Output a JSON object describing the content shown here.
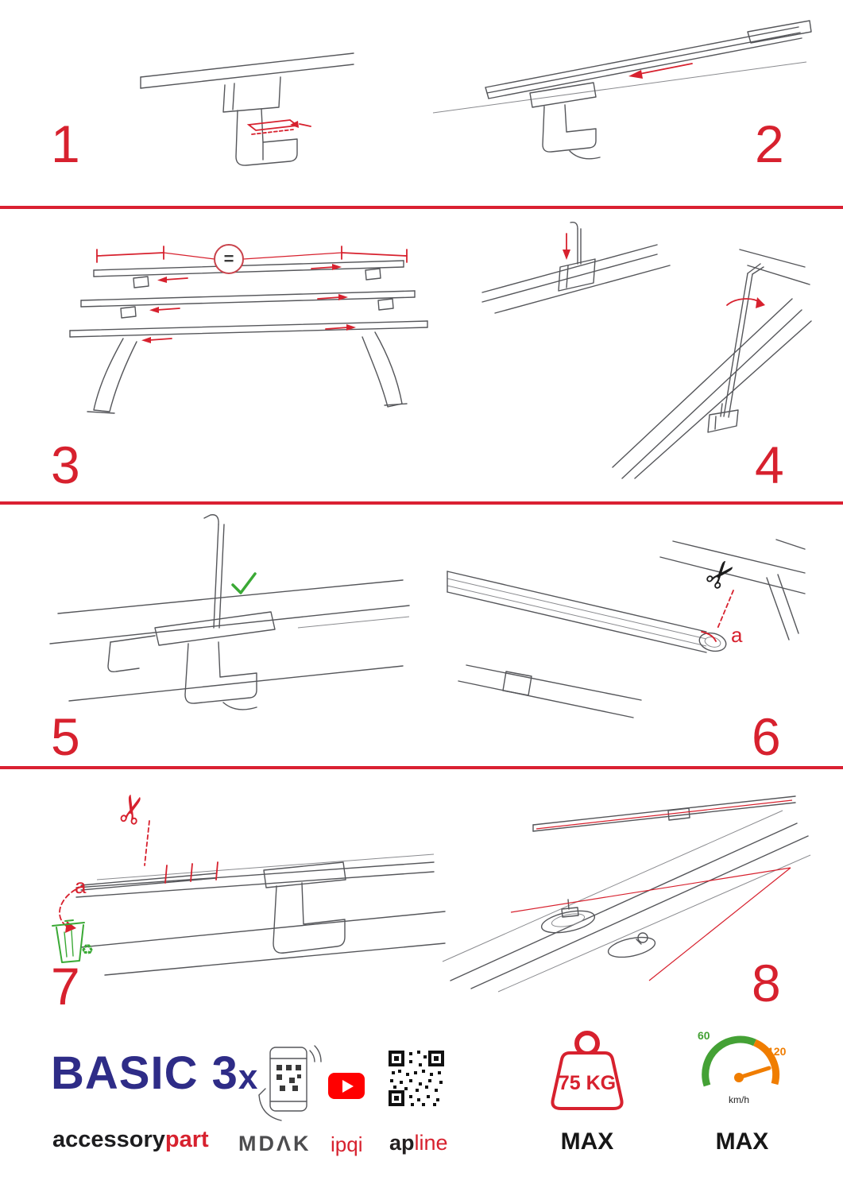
{
  "steps": {
    "s1": {
      "number": "1"
    },
    "s2": {
      "number": "2"
    },
    "s3": {
      "number": "3",
      "equal_sign": "="
    },
    "s4": {
      "number": "4"
    },
    "s5": {
      "number": "5"
    },
    "s6": {
      "number": "6",
      "cut_label": "a"
    },
    "s7": {
      "number": "7",
      "cut_label": "a"
    },
    "s8": {
      "number": "8"
    }
  },
  "icons": {
    "scissors": "✂",
    "recycle": "♻"
  },
  "footer": {
    "product_name": "BASIC 3",
    "product_suffix": "x",
    "brand_black": "accessory",
    "brand_red": "part",
    "partner_mdak": "MDΛK",
    "partner_ipqi": "ipqi",
    "apline_black": "ap",
    "apline_red": "line",
    "weight": {
      "value": "75 KG",
      "max_label": "MAX"
    },
    "speed": {
      "low_tick": "60",
      "high_tick": "120",
      "unit": "km/h",
      "max_label": "MAX"
    }
  },
  "colors": {
    "accent_red": "#d7212e",
    "divider_red": "#da2032",
    "brand_blue": "#2e2c87",
    "green": "#3aa935",
    "orange": "#f07d00"
  }
}
